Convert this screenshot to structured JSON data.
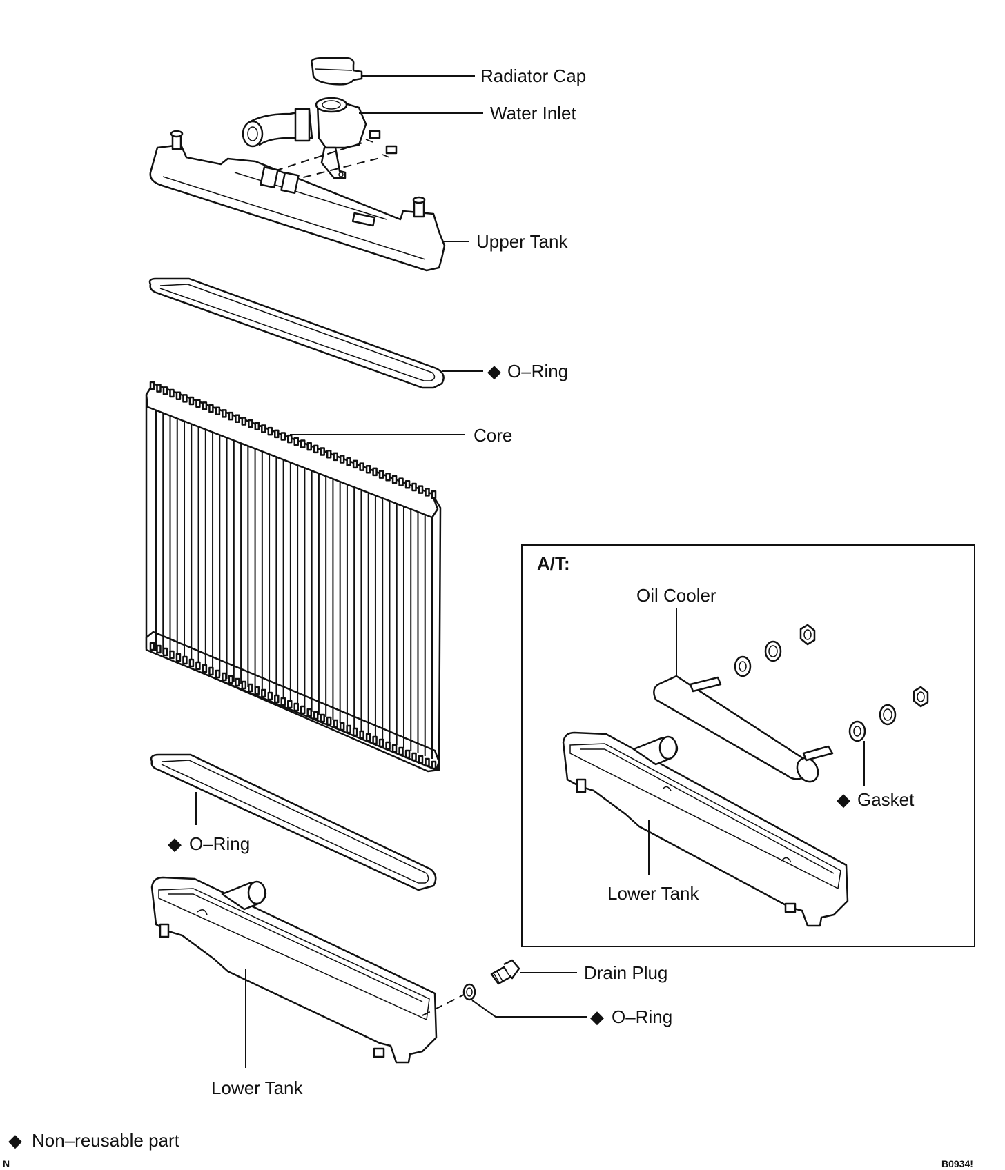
{
  "labels": {
    "radiator_cap": "Radiator Cap",
    "water_inlet": "Water Inlet",
    "upper_tank": "Upper Tank",
    "o_ring_upper": "O–Ring",
    "core": "Core",
    "o_ring_lower": "O–Ring",
    "lower_tank": "Lower Tank",
    "drain_plug": "Drain Plug",
    "o_ring_drain": "O–Ring"
  },
  "inset": {
    "title": "A/T:",
    "oil_cooler": "Oil Cooler",
    "gasket": "Gasket",
    "lower_tank": "Lower Tank"
  },
  "legend": {
    "symbol": "◆",
    "text": "Non–reusable part"
  },
  "corner_mark": "N",
  "figure_code": "B0934!"
}
